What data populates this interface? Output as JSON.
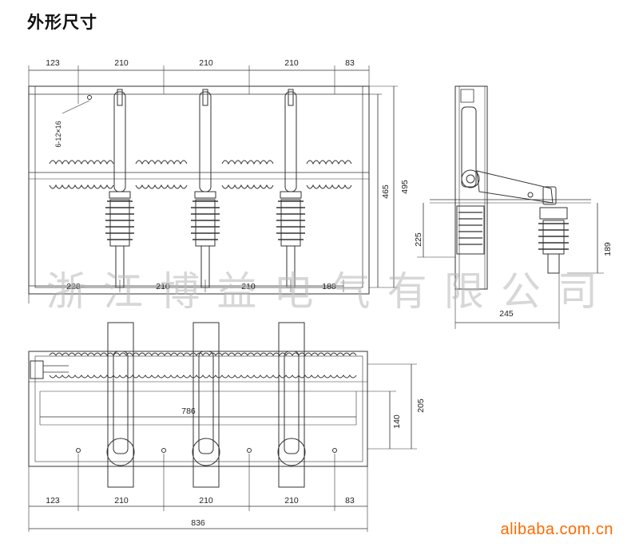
{
  "title": "外形尺寸",
  "watermark": "浙江博益电气有限公司",
  "logo": "alibaba.com.cn",
  "front_view": {
    "top_dims": [
      "123",
      "210",
      "210",
      "210",
      "83"
    ],
    "bottom_dims": [
      "228",
      "210",
      "210",
      "188"
    ],
    "height_outer": "495",
    "height_inner": "465",
    "hole_label": "6-12×16"
  },
  "side_view": {
    "height_lower": "225",
    "height_right": "189",
    "width_bottom": "245"
  },
  "top_view": {
    "inner_width": "786",
    "height_outer": "205",
    "height_inner": "140",
    "bottom_dims": [
      "123",
      "210",
      "210",
      "210",
      "83"
    ],
    "total_width": "836"
  },
  "colors": {
    "line": "#333333",
    "accent": "#ff6a00",
    "watermark": "#b8b8b8"
  }
}
